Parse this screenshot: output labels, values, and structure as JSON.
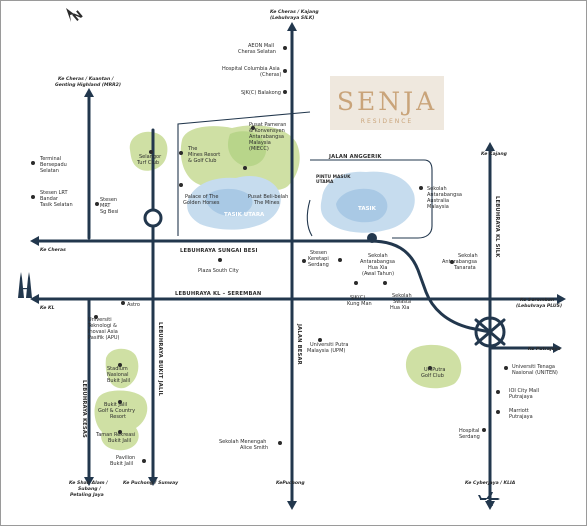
{
  "logo": {
    "name": "SENJA",
    "sub": "RESIDENCE",
    "bg": "#efe8de",
    "color": "#c9a47a"
  },
  "colors": {
    "road": "#22374d",
    "green": "#cfe0a4",
    "water": "#c6dcee"
  },
  "roads": {
    "sungai_besi": "LEBUHRAYA SUNGAI BESI",
    "kl_seremban": "LEBUHRAYA KL – SEREMBAN",
    "kesas": "LEBUHRAYA KESAS",
    "bukit_jalil": "LEBUHRAYA BUKIT JALIL",
    "jalan_besar": "JALAN BESAR",
    "silk": "LEBUHRAYA KL SILK",
    "jalan_anggerik": "JALAN ANGGERIK",
    "pintu_masuk": [
      "PINTU MASUK",
      "UTAMA"
    ]
  },
  "directions": {
    "top_cheras_kajang": [
      "Ke Cheras / Kajang",
      "(Lebuhraya SILK)"
    ],
    "top_left": [
      "Ke Cheras / Kuantan /",
      "Genting Highland (MRR2)"
    ],
    "kajang": "Ke Kajang",
    "cheras": "Ke Cheras",
    "kl": "Ke KL",
    "seremban": [
      "Ke Seremban",
      "(Lebuhraya PLUS)"
    ],
    "putrajaya": "Ke Putrajaya",
    "shah_alam": [
      "Ke Shah Alam /",
      "Subang /",
      "Petaling Jaya"
    ],
    "puchong_sunway": "Ke Puchong / Sunway",
    "puchong": "KePuchong",
    "cyberjaya": "Ke Cyberjaya / KLIA"
  },
  "water": {
    "tasik_utara": "TASIK UTARA",
    "tasik": "TASIK"
  },
  "places": {
    "aeon": [
      "AEON Mall",
      "Cheras Selatan"
    ],
    "columbia": [
      "Hospital Columbia Asia",
      "(Cheras)"
    ],
    "sjkc_balakong": "SJK(C) Balakong",
    "terminal": [
      "Terminal",
      "Bersepadu",
      "Selatan"
    ],
    "stesen_lrt": [
      "Stesen LRT",
      "Bandar",
      "Tasik Selatan"
    ],
    "selangor_turf": [
      "Selangor",
      "Turf Club"
    ],
    "mines_resort": [
      "The",
      "Mines Resort",
      "& Golf Club"
    ],
    "miecc": [
      "Pusat Pameran",
      "& Konvensyen",
      "Antarabangsa",
      "Malaysia",
      "(MIECC)"
    ],
    "palace": [
      "Palace of The",
      "Golden Horses"
    ],
    "pusat_mines": [
      "Pusat Beli-belah",
      "The Mines"
    ],
    "stesen_mrt": [
      "Stesen",
      "MRT",
      "Sg Besi"
    ],
    "plaza_south": "Plaza South City",
    "astro": "Astro",
    "apu": [
      "Universiti",
      "Teknologi &",
      "Inovasi Asia",
      "Pasifik (APU)"
    ],
    "stadium": [
      "Stadium",
      "Nasional",
      "Bukit Jalil"
    ],
    "bj_golf": [
      "Bukit Jalil",
      "Golf & Country",
      "Resort"
    ],
    "taman_rekreasi": [
      "Taman Rekreasi",
      "Bukit Jalil"
    ],
    "pavilion": [
      "Pavilion",
      "Bukit Jalil"
    ],
    "ktm_serdang": [
      "Stesen",
      "Keretapi",
      "Serdang"
    ],
    "sk_hua_xia": [
      "Sekolah",
      "Antarabangsa",
      "Hua Xia",
      "(Awal Tahun)"
    ],
    "sjkc_kung_man": [
      "SJK(C)",
      "Kung Man"
    ],
    "swasta_hua_xia": [
      "Sekolah",
      "Swasta",
      "Hua Xia"
    ],
    "australia": [
      "Sekolah",
      "Antarabangsa",
      "Australia",
      "Malaysia"
    ],
    "tanarata": [
      "Sekolah",
      "Antarabangsa",
      "Tanarata"
    ],
    "upm": [
      "Universiti Putra",
      "Malaysia (UPM)"
    ],
    "uniputra": [
      "UniPutra",
      "Golf Club"
    ],
    "uniten": [
      "Universiti Tenaga",
      "Nasional (UNITEN)"
    ],
    "ioi": [
      "IOI City Mall",
      "Putrajaya"
    ],
    "marriott": [
      "Marriott",
      "Putrajaya"
    ],
    "hospital_serdang": [
      "Hospital",
      "Serdang"
    ],
    "alice_smith": [
      "Sekolah Menengah",
      "Alice Smith"
    ]
  }
}
